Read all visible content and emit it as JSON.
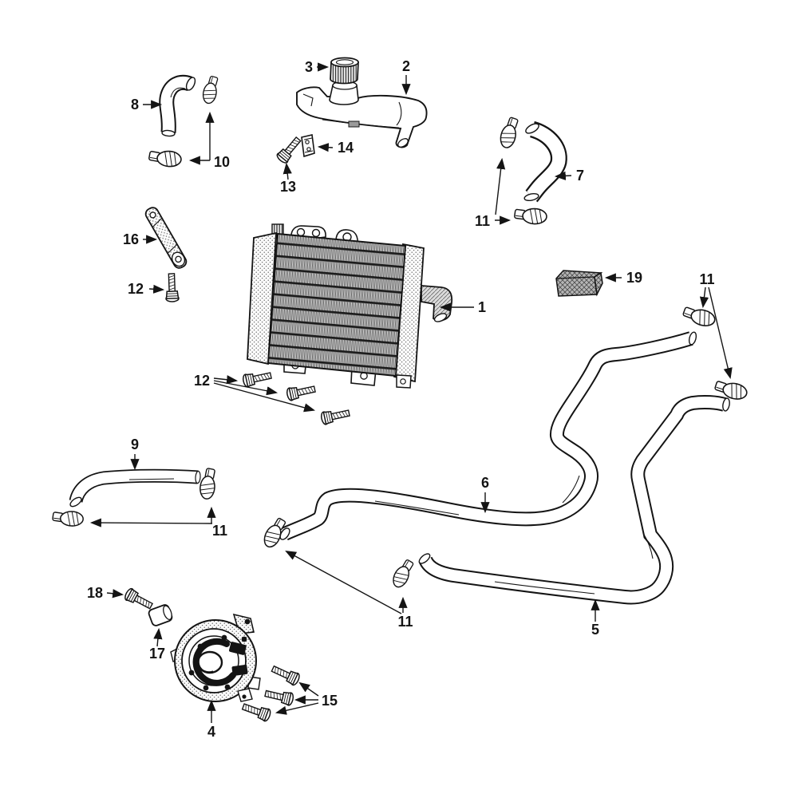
{
  "diagram": {
    "type": "exploded-parts-diagram",
    "subject": "scooter cooling system",
    "colors": {
      "background": "#ffffff",
      "ink": "#141414",
      "pad_fill": "#b6b6b6",
      "pipe_fill": "#dcdcdc",
      "core_fill": "#ececec"
    }
  },
  "callouts": [
    {
      "ref": "radiator",
      "label": "1"
    },
    {
      "ref": "expansion-tank",
      "label": "2"
    },
    {
      "ref": "filler-cap",
      "label": "3"
    },
    {
      "ref": "water-pump",
      "label": "4"
    },
    {
      "ref": "lower-long-hose",
      "label": "5"
    },
    {
      "ref": "upper-long-hose",
      "label": "6"
    },
    {
      "ref": "tank-elbow-hose",
      "label": "7"
    },
    {
      "ref": "overflow-hose",
      "label": "8"
    },
    {
      "ref": "outlet-straight-hose",
      "label": "9"
    },
    {
      "ref": "clamp-pair-overflow",
      "label": "10"
    },
    {
      "ref": "clamps-elbow-hose",
      "label": "11"
    },
    {
      "ref": "clamps-right-hoses",
      "label": "11"
    },
    {
      "ref": "clamps-straight-hose",
      "label": "11"
    },
    {
      "ref": "clamps-center-hoses",
      "label": "11"
    },
    {
      "ref": "bolt-single",
      "label": "12"
    },
    {
      "ref": "bolt-radiator-set",
      "label": "12"
    },
    {
      "ref": "bolt-tank",
      "label": "13"
    },
    {
      "ref": "tank-bracket",
      "label": "14"
    },
    {
      "ref": "bolt-pump-set",
      "label": "15"
    },
    {
      "ref": "strap-bracket",
      "label": "16"
    },
    {
      "ref": "spacer-bushing",
      "label": "17"
    },
    {
      "ref": "mount-bolt",
      "label": "18"
    },
    {
      "ref": "foam-pad",
      "label": "19"
    }
  ]
}
